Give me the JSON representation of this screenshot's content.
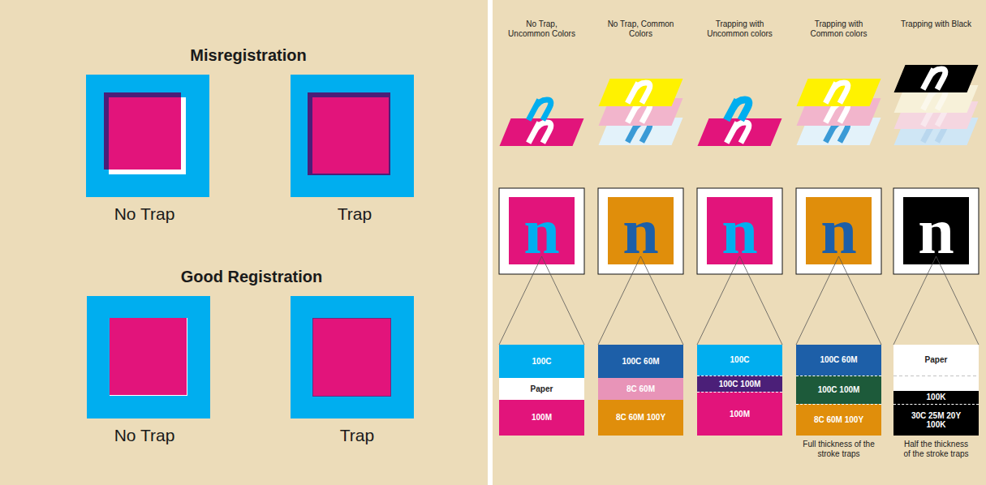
{
  "diagram": {
    "nodes": [
      {
        "text": [
          "100C"
        ]
      },
      {
        "text": [
          "Paper"
        ]
      },
      {
        "text": [
          "100M"
        ]
      },
      {
        "text": [
          "100C 60M"
        ]
      },
      {
        "text": [
          "8C 60M"
        ]
      },
      {
        "text": [
          "8C 60M 100Y"
        ]
      },
      {
        "text": [
          "100C"
        ]
      },
      {
        "text": [
          "100C 100M"
        ]
      },
      {
        "text": [
          "100M"
        ]
      },
      {
        "text": [
          "100C 60M"
        ]
      },
      {
        "text": [
          "100C 100M"
        ]
      },
      {
        "text": [
          "8C 60M 100Y"
        ]
      },
      {
        "text": [
          "Paper"
        ]
      },
      {
        "text": [
          "100K"
        ]
      },
      {
        "text": [
          "30C 25M 20Y 100K"
        ]
      }
    ],
    "labels": [
      "Misregistration",
      "No Trap",
      "Trap",
      "Good Registration",
      "No Trap",
      "Trap",
      "No Trap, Uncommon Colors",
      "No Trap, Common Colors",
      "Trapping with Uncommon colors",
      "Trapping with Common colors",
      "Trapping with Black",
      "n",
      "n",
      "n",
      "n",
      "n",
      "Full thickness of the stroke traps",
      "Half the thickness of the stroke traps"
    ]
  }
}
